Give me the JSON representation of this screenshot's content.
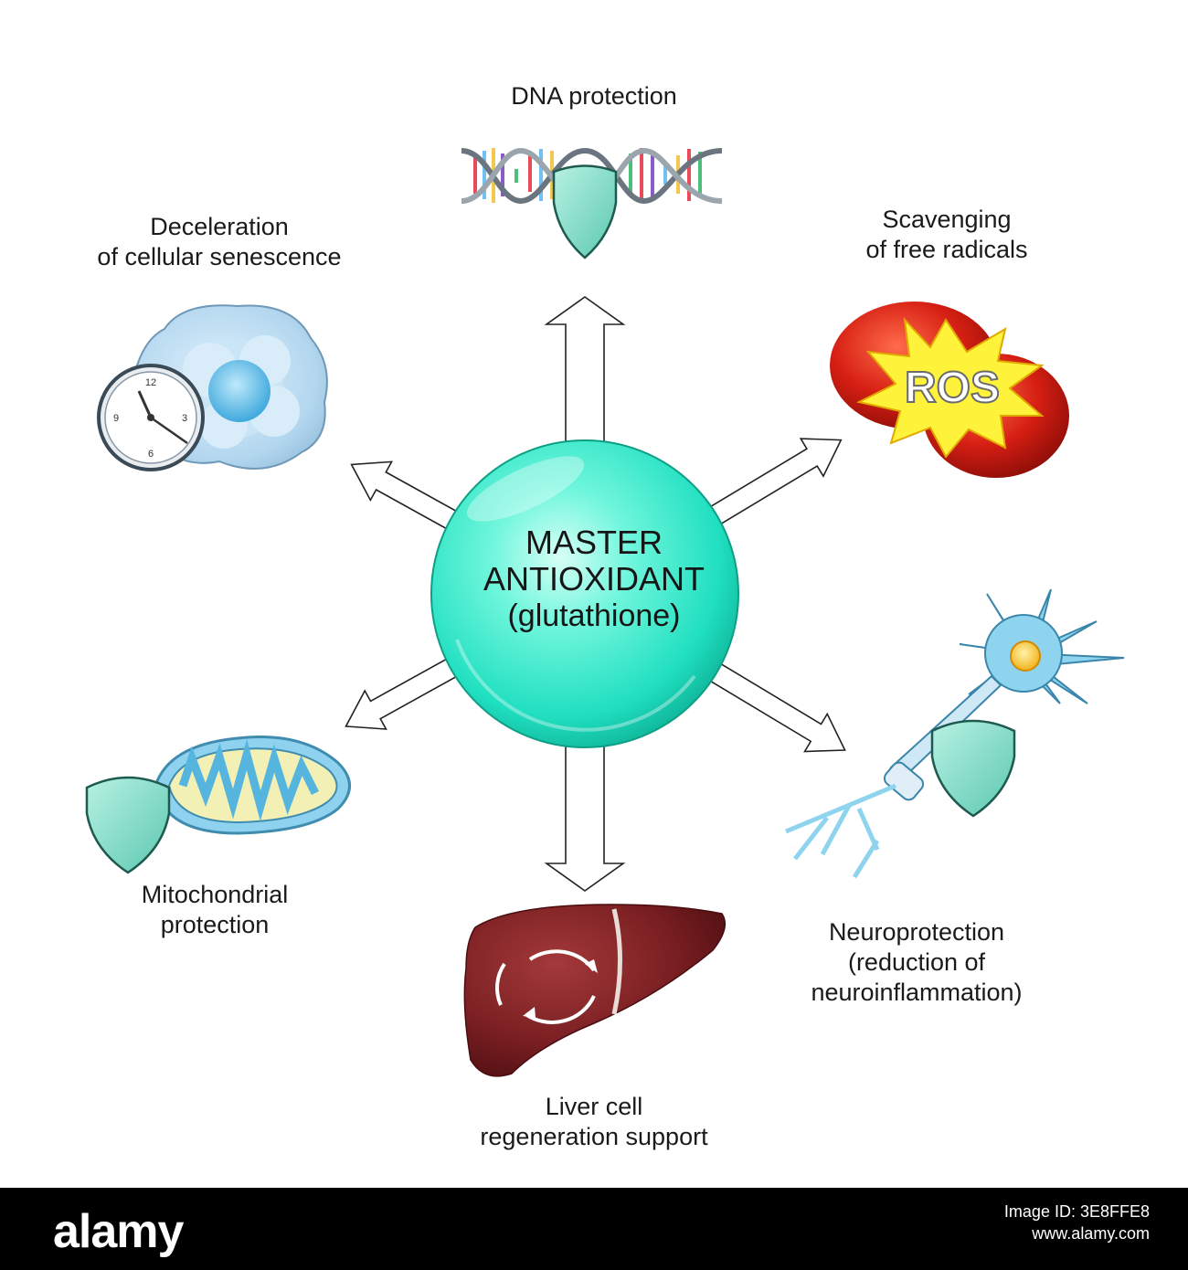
{
  "center": {
    "line1": "MASTER",
    "line2": "ANTIOXIDANT",
    "line3": "(glutathione)",
    "color": "#2ff0d0"
  },
  "labels": {
    "dna": "DNA protection",
    "senescence_1": "Deceleration",
    "senescence_2": "of cellular senescence",
    "radicals_1": "Scavenging",
    "radicals_2": "of free radicals",
    "ros": "ROS",
    "mito_1": "Mitochondrial",
    "mito_2": "protection",
    "liver_1": "Liver cell",
    "liver_2": "regeneration support",
    "neuro_1": "Neuroprotection",
    "neuro_2": "(reduction of",
    "neuro_3": "neuroinflammation)"
  },
  "clock": {
    "n12": "12",
    "n3": "3",
    "n6": "6",
    "n9": "9"
  },
  "footer": {
    "logo": "alamy",
    "image_id_label": "Image ID: 3E8FFE8",
    "site": "www.alamy.com"
  },
  "colors": {
    "shield": "#7fdcc8",
    "liver": "#7a1f22",
    "ros_red": "#d31f14",
    "ros_star": "#fff23a",
    "cell_blue": "#a8d4f0",
    "mito": "#8fd2ef",
    "neuron": "#8fd4ee"
  }
}
